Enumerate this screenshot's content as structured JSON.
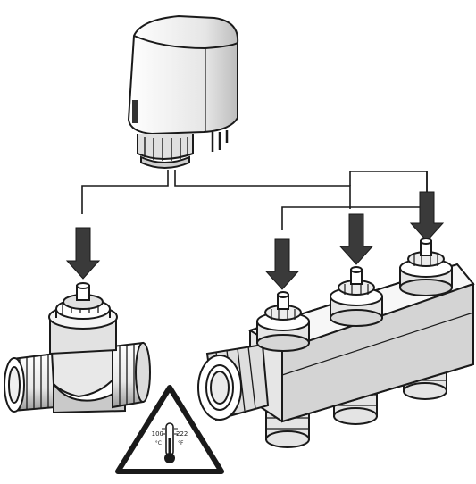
{
  "warning": {
    "temp_low": "100",
    "temp_high": "222",
    "unit_left": "°C",
    "unit_right": "°F"
  },
  "colors": {
    "ink": "#1a1a1a",
    "arrow": "#3a3a3a",
    "body_gray": "#d9d9d9",
    "paper": "#ffffff"
  }
}
